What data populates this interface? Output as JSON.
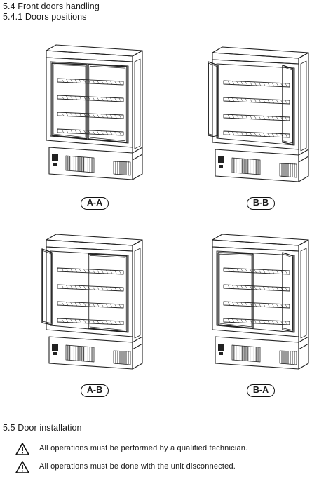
{
  "section": {
    "title": "5.4 Front doors handling",
    "subtitle": "5.4.1 Doors positions"
  },
  "figures": [
    {
      "label": "A-A",
      "doors": "closed"
    },
    {
      "label": "B-B",
      "doors": "both-open"
    },
    {
      "label": "A-B",
      "doors": "left-open"
    },
    {
      "label": "B-A",
      "doors": "right-open"
    }
  ],
  "installation": {
    "title": "5.5 Door installation",
    "warnings": [
      {
        "icon": "warning-triangle-icon",
        "text": "All operations must be performed by a qualified technician."
      },
      {
        "icon": "warning-triangle-icon",
        "text": "All operations must be done with the unit disconnected."
      }
    ]
  }
}
